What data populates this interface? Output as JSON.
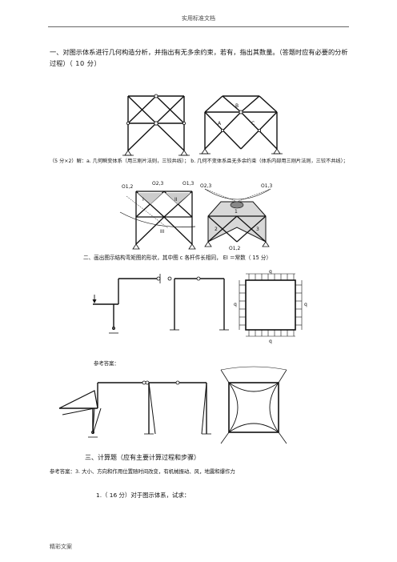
{
  "header": {
    "text": "实用标准文档"
  },
  "footer": {
    "text": "精彩文案"
  },
  "q1": {
    "text": "一、对图示体系进行几何构造分析，并指出有无多余约束，若有，指出其数量。（答题时应有必要的分析过程）",
    "score": "（ 10 分）"
  },
  "q1_answer": {
    "text": "（5 分×2）解：a. 几何瞬变体系（用三刚片法则，三铰共线）； b. 几何不变体系且无多余约束（体系内部用三刚片法则，三铰不共线）；"
  },
  "fig_b_labels": {
    "b": "B",
    "c": "C",
    "a": "A"
  },
  "fig_c_labels": {
    "o12": "O1,2",
    "o23": "O2,3",
    "o13": "O1,3",
    "r1": "I",
    "r2": "II",
    "r3": "III",
    "o23b": "O2,3",
    "o12b": "O1,2",
    "o13b": "O1,3",
    "one": "1",
    "two": "2",
    "three": "3"
  },
  "q2": {
    "text": "二、画出图示结构弯矩图的形状，其中图 c 各杆件长相同，  EI ＝常数（ 15 分）"
  },
  "fig_q2_labels": {
    "q": "q"
  },
  "ref_answer": {
    "text": "参考答案："
  },
  "q3": {
    "title": "三、计算题（应有主要计算过程和步骤）"
  },
  "q3_answer": {
    "text": "参考答案：3.  大小、方向和作用位置随时间改变，有机械振动、风，地震和爆作力"
  },
  "q3_item": {
    "text": "1.（ 16 分）对于图示体系，试求："
  }
}
